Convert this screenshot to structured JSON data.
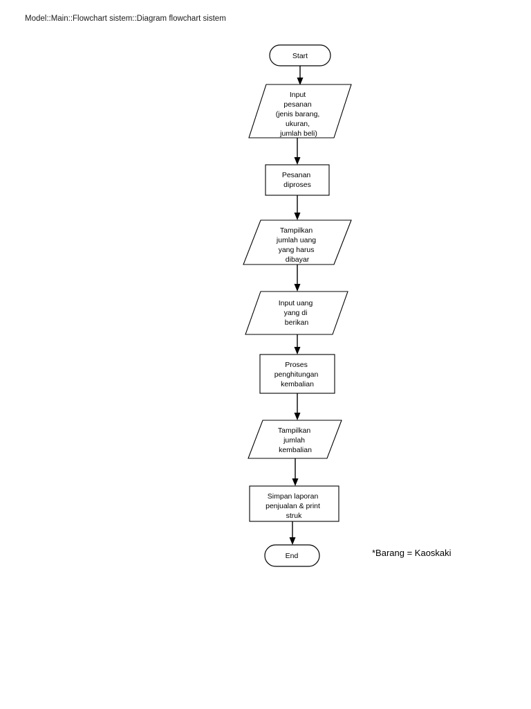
{
  "diagram": {
    "title": "Model::Main::Flowchart sistem::Diagram flowchart sistem",
    "note": "*Barang = Kaoskaki",
    "colors": {
      "background": "#ffffff",
      "stroke": "#000000",
      "text": "#000000"
    },
    "nodes": [
      {
        "id": "start",
        "shape": "terminator",
        "label": "Start",
        "lines": [
          "Start"
        ]
      },
      {
        "id": "input-pesanan",
        "shape": "parallelogram",
        "label": "Input pesanan (jenis barang, ukuran, jumlah beli)",
        "lines": [
          "Input",
          "pesanan",
          "(jenis barang,",
          "ukuran,",
          "jumlah beli)"
        ]
      },
      {
        "id": "pesanan-diproses",
        "shape": "process",
        "label": "Pesanan diproses",
        "lines": [
          "Pesanan",
          "diproses"
        ]
      },
      {
        "id": "tampilkan-jumlah-uang",
        "shape": "parallelogram",
        "label": "Tampilkan jumlah uang yang harus dibayar",
        "lines": [
          "Tampilkan",
          "jumlah uang",
          "yang harus",
          "dibayar"
        ]
      },
      {
        "id": "input-uang",
        "shape": "parallelogram",
        "label": "Input uang yang di berikan",
        "lines": [
          "Input uang",
          "yang di",
          "berikan"
        ]
      },
      {
        "id": "proses-penghitungan",
        "shape": "process",
        "label": "Proses penghitungan kembalian",
        "lines": [
          "Proses",
          "penghitungan",
          "kembalian"
        ]
      },
      {
        "id": "tampilkan-kembalian",
        "shape": "parallelogram",
        "label": "Tampilkan jumlah kembalian",
        "lines": [
          "Tampilkan",
          "jumlah",
          "kembalian"
        ]
      },
      {
        "id": "simpan-laporan",
        "shape": "process",
        "label": "Simpan laporan penjualan & print struk",
        "lines": [
          "Simpan laporan",
          "penjualan & print",
          "struk"
        ]
      },
      {
        "id": "end",
        "shape": "terminator",
        "label": "End",
        "lines": [
          "End"
        ]
      }
    ],
    "edges": [
      {
        "from": "start",
        "to": "input-pesanan"
      },
      {
        "from": "input-pesanan",
        "to": "pesanan-diproses"
      },
      {
        "from": "pesanan-diproses",
        "to": "tampilkan-jumlah-uang"
      },
      {
        "from": "tampilkan-jumlah-uang",
        "to": "input-uang"
      },
      {
        "from": "input-uang",
        "to": "proses-penghitungan"
      },
      {
        "from": "proses-penghitungan",
        "to": "tampilkan-kembalian"
      },
      {
        "from": "tampilkan-kembalian",
        "to": "simpan-laporan"
      },
      {
        "from": "simpan-laporan",
        "to": "end"
      }
    ]
  }
}
